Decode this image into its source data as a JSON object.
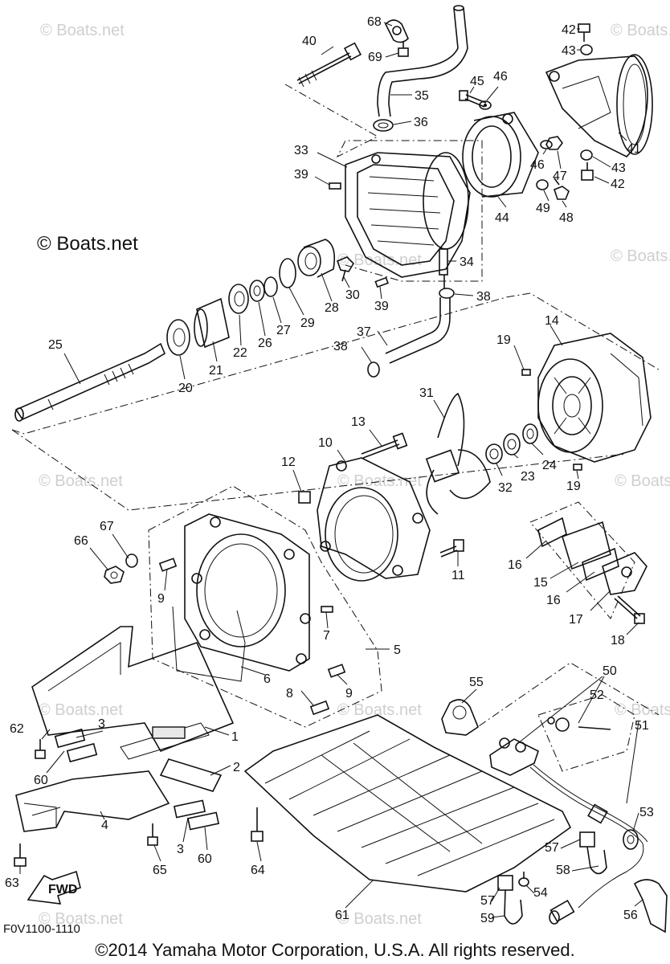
{
  "diagram": {
    "code": "F0V1100-1110",
    "copyright": "©2014 Yamaha Motor Corporation, U.S.A. All rights reserved.",
    "brand_mark": "© Boats.net",
    "watermark": "© Boats.net",
    "fwd_label": "FWD",
    "callouts": {
      "n1": "1",
      "n2": "2",
      "n3a": "3",
      "n3b": "3",
      "n4": "4",
      "n5": "5",
      "n6": "6",
      "n7": "7",
      "n8": "8",
      "n9a": "9",
      "n9b": "9",
      "n10": "10",
      "n11": "11",
      "n12": "12",
      "n13": "13",
      "n14": "14",
      "n15": "15",
      "n16a": "16",
      "n16b": "16",
      "n17": "17",
      "n18": "18",
      "n19a": "19",
      "n19b": "19",
      "n20": "20",
      "n21": "21",
      "n22": "22",
      "n23": "23",
      "n24": "24",
      "n25": "25",
      "n26": "26",
      "n27": "27",
      "n28": "28",
      "n29": "29",
      "n30": "30",
      "n31": "31",
      "n32": "32",
      "n33": "33",
      "n34": "34",
      "n35": "35",
      "n36": "36",
      "n37": "37",
      "n38a": "38",
      "n38b": "38",
      "n39a": "39",
      "n39b": "39",
      "n40": "40",
      "n41": "41",
      "n42a": "42",
      "n42b": "42",
      "n43a": "43",
      "n43b": "43",
      "n44": "44",
      "n45": "45",
      "n46a": "46",
      "n46b": "46",
      "n47": "47",
      "n48": "48",
      "n49": "49",
      "n50": "50",
      "n51": "51",
      "n52": "52",
      "n53": "53",
      "n54": "54",
      "n55": "55",
      "n56": "56",
      "n57a": "57",
      "n57b": "57",
      "n58": "58",
      "n59": "59",
      "n60a": "60",
      "n60b": "60",
      "n61": "61",
      "n62": "62",
      "n63": "63",
      "n64": "64",
      "n65": "65",
      "n66": "66",
      "n67": "67",
      "n68": "68",
      "n69": "69"
    }
  }
}
